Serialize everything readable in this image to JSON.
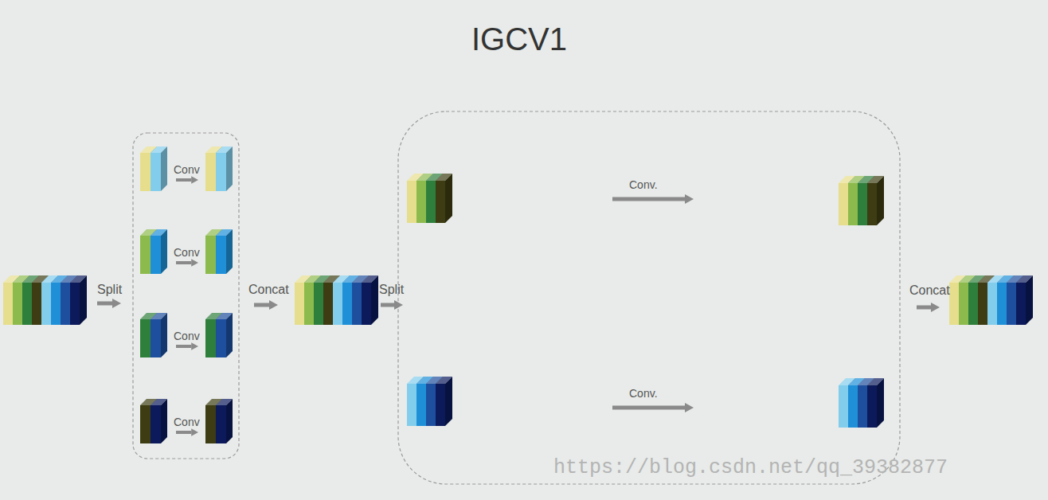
{
  "diagram": {
    "title": "IGCV1",
    "labels": [
      "Split",
      "Conv",
      "Conv",
      "Conv",
      "Conv",
      "Concat",
      "Split",
      "Conv.",
      "Conv.",
      "Concat",
      "https://blog.csdn.net/qq_39382877"
    ]
  }
}
